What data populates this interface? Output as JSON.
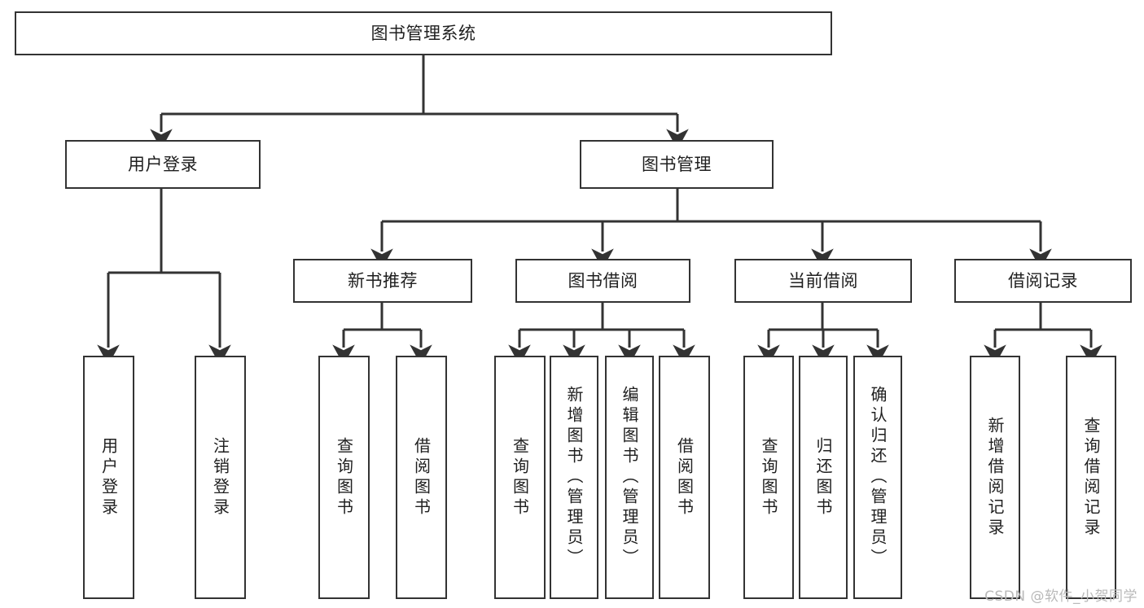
{
  "diagram": {
    "title": "图书管理系统",
    "type": "tree-hierarchy-chart",
    "watermark": "CSDN @软件_小贺同学",
    "colors": {
      "stroke": "#333333",
      "fill": "#ffffff",
      "text": "#1f1f1f",
      "watermark": "#b9b9b9"
    },
    "nodes": {
      "root": {
        "label": "图书管理系统"
      },
      "level1": [
        {
          "id": "user-login",
          "label": "用户登录"
        },
        {
          "id": "book-management",
          "label": "图书管理"
        }
      ],
      "level2": [
        {
          "id": "new-book-recommend",
          "label": "新书推荐"
        },
        {
          "id": "book-borrow",
          "label": "图书借阅"
        },
        {
          "id": "current-borrow",
          "label": "当前借阅"
        },
        {
          "id": "borrow-record",
          "label": "借阅记录"
        }
      ],
      "level3": {
        "user_login": [
          {
            "id": "leaf-user-login",
            "label": "用户登录"
          },
          {
            "id": "leaf-logout-login",
            "label": "注销登录"
          }
        ],
        "new_book_recommend": [
          {
            "id": "leaf-query-book-1",
            "label": "查询图书"
          },
          {
            "id": "leaf-borrow-book-1",
            "label": "借阅图书"
          }
        ],
        "book_borrow": [
          {
            "id": "leaf-query-book-2",
            "label": "查询图书"
          },
          {
            "id": "leaf-add-book",
            "label": "新增图书（管理员）"
          },
          {
            "id": "leaf-edit-book",
            "label": "编辑图书（管理员）"
          },
          {
            "id": "leaf-borrow-book-2",
            "label": "借阅图书"
          }
        ],
        "current_borrow": [
          {
            "id": "leaf-query-book-3",
            "label": "查询图书"
          },
          {
            "id": "leaf-return-book",
            "label": "归还图书"
          },
          {
            "id": "leaf-confirm-return",
            "label": "确认归还（管理员）"
          }
        ],
        "borrow_record": [
          {
            "id": "leaf-add-borrow-record",
            "label": "新增借阅记录"
          },
          {
            "id": "leaf-query-borrow-record",
            "label": "查询借阅记录"
          }
        ]
      }
    }
  }
}
